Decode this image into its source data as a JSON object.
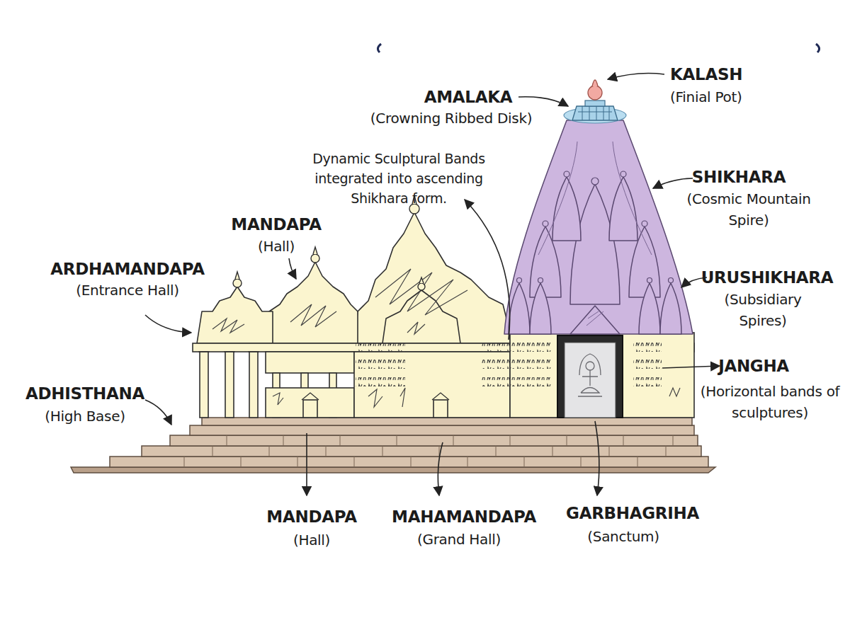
{
  "diagram": {
    "labels": [
      "KALASH",
      "(Finial Pot)",
      "AMALAKA",
      "(Crowning Ribbed Disk)",
      "Dynamic Sculptural Bands integrated into ascending Shikhara form.",
      "SHIKHARA",
      "(Cosmic Mountain Spire)",
      "MANDAPA",
      "(Hall)",
      "ARDHAMANDAPA",
      "(Entrance Hall)",
      "URUSHIKHARA",
      "(Subsidiary Spires)",
      "JANGHA",
      "(Horizontal bands of sculptures)",
      "ADHISTHANA",
      "(High Base)",
      "MANDAPA",
      "(Hall)",
      "MAHAMANDAPA",
      "(Grand Hall)",
      "GARBHAGRIHA",
      "(Sanctum)"
    ]
  }
}
